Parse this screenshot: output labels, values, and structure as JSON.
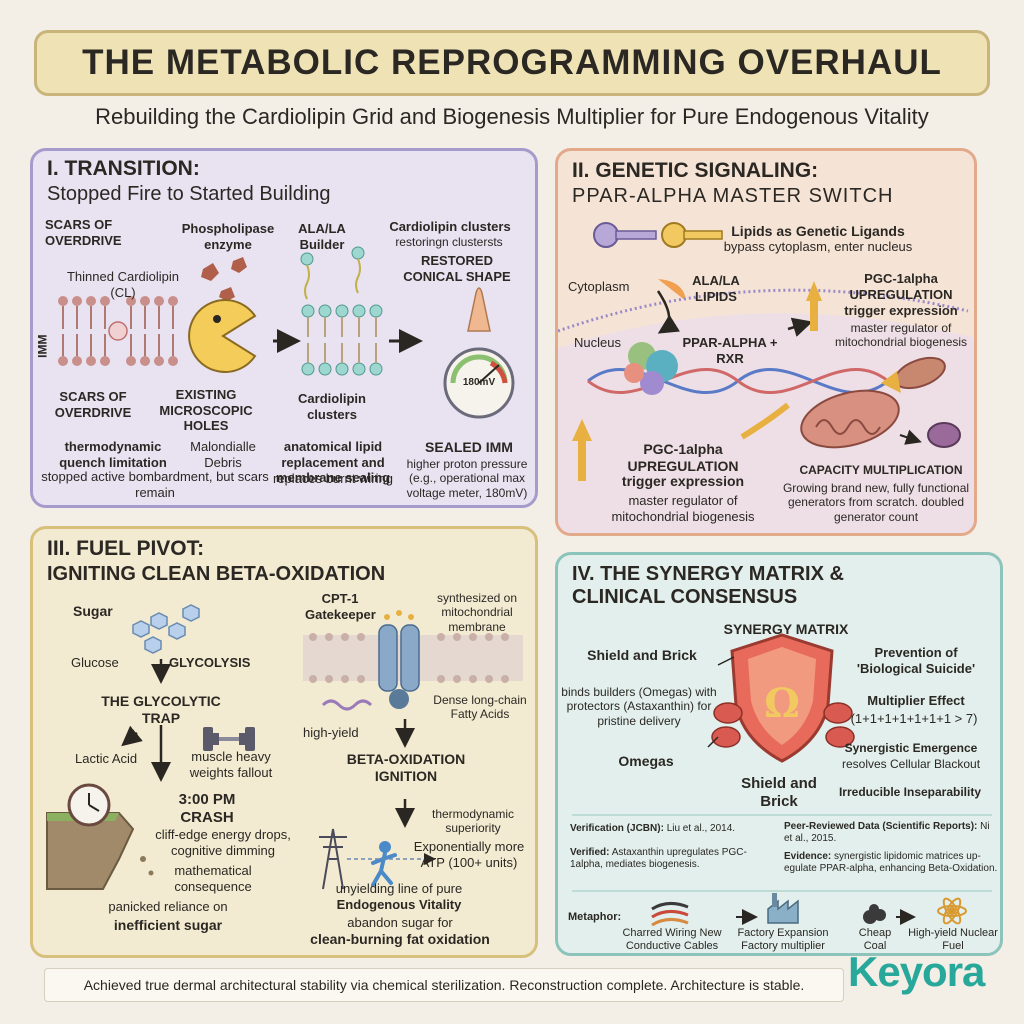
{
  "title": "THE METABOLIC REPROGRAMMING OVERHAUL",
  "subtitle": "Rebuilding the Cardiolipin Grid and Biogenesis Multiplier for Pure Endogenous Vitality",
  "p1": {
    "heading": "I. TRANSITION:",
    "subheading": "Stopped Fire to Started Building",
    "scars_top": "SCARS OF OVERDRIVE",
    "phospholipase": "Phospholipase enzyme",
    "ala_builder": "ALA/LA Builder",
    "cl_clusters": "Cardiolipin clusters",
    "cl_restoring": "restoringn clustersts",
    "restored": "RESTORED CONICAL SHAPE",
    "thinned": "Thinned Cardiolipin (CL)",
    "imm": "IMM",
    "scars_bottom": "SCARS OF OVERDRIVE",
    "holes": "EXISTING MICROSCOPIC HOLES",
    "cl_clusters2": "Cardiolipin clusters",
    "meter": "180mV",
    "quench": "thermodynamic quench limitation",
    "debris": "Malondialle Debris",
    "bombard": "stopped active bombardment, but scars remain",
    "replacement": "anatomical lipid replacement and membrane sealing",
    "rewiring": "replaces burnt wiring",
    "sealed": "SEALED IMM",
    "sealed_desc": "higher proton pressure (e.g., operational max voltage meter, 180mV)"
  },
  "p2": {
    "heading": "II. GENETIC SIGNALING:",
    "subheading": "PPAR-ALPHA MASTER SWITCH",
    "ligands": "Lipids as Genetic Ligands",
    "ligands_desc": "bypass cytoplasm, enter nucleus",
    "cytoplasm": "Cytoplasm",
    "ala_lipids": "ALA/LA LIPIDS",
    "pgc_top": "PGC-1alpha UPREGULATION",
    "trigger_top": "trigger expression",
    "master_top": "master regulator of mitochondrial biogenesis",
    "nucleus": "Nucleus",
    "ppar": "PPAR-ALPHA + RXR",
    "pgc_bottom": "PGC-1alpha UPREGULATION",
    "trigger_bottom": "trigger expression",
    "master_bottom": "master regulator of mitochondrial biogenesis",
    "capacity": "CAPACITY MULTIPLICATION",
    "capacity_desc": "Growing brand new, fully functional generators from scratch. doubled generator count"
  },
  "p3": {
    "heading": "III. FUEL PIVOT:",
    "subheading": "IGNITING CLEAN BETA-OXIDATION",
    "sugar": "Sugar",
    "glucose": "Glucose",
    "glycolysis": "GLYCOLYSIS",
    "trap": "THE GLYCOLYTIC TRAP",
    "lactic": "Lactic Acid",
    "weights": "muscle heavy weights fallout",
    "crash": "3:00 PM CRASH",
    "crash_desc": "cliff-edge energy drops, cognitive dimming",
    "math": "mathematical consequence",
    "panicked": "panicked reliance on",
    "inefficient": "inefficient sugar",
    "cpt": "CPT-1 Gatekeeper",
    "synth": "synthesized on mitochondrial membrane",
    "dense": "Dense long-chain Fatty Acids",
    "highyield": "high-yield",
    "beta": "BETA-OXIDATION IGNITION",
    "thermo": "thermodynamic superiority",
    "atp": "Exponentially more ATP (100+ units)",
    "line": "unyielding line of pure",
    "vitality": "Endogenous Vitality",
    "abandon": "abandon sugar for",
    "clean": "clean-burning fat oxidation"
  },
  "p4": {
    "heading": "IV. THE SYNERGY MATRIX & CLINICAL CONSENSUS",
    "matrix": "SYNERGY MATRIX",
    "shield": "Shield and Brick",
    "binds": "binds builders (Omegas) with protectors (Astaxanthin) for pristine delivery",
    "omegas": "Omegas",
    "shield2": "Shield and Brick",
    "prevention": "Prevention of 'Biological Suicide'",
    "multiplier": "Multiplier Effect",
    "formula": "(1+1+1+1+1+1+1 > 7)",
    "emergence": "Synergistic Emergence",
    "emergence_desc": "resolves Cellular Blackout",
    "irreducible": "Irreducible Inseparability",
    "verif_label": "Verification (JCBN):",
    "verif_ref": "Liu et al., 2014.",
    "verified_label": "Verified:",
    "verified_text": "Astaxanthin upregulates PGC-1alpha, mediates biogenesis.",
    "peer_label": "Peer-Reviewed Data (Scientific Reports):",
    "peer_ref": "Ni et al., 2015.",
    "evidence_label": "Evidence:",
    "evidence_text": "synergistic lipidomic matrices up-egulate PPAR-alpha, enhancing Beta-Oxidation.",
    "metaphor": "Metaphor:",
    "m1": "Charred Wiring New Conductive Cables",
    "m2": "Factory Expansion Factory multiplier",
    "m3": "Cheap Coal",
    "m4": "High-yield Nuclear Fuel"
  },
  "footer": "Achieved true dermal architectural stability via chemical sterilization. Reconstruction complete. Architecture is stable.",
  "logo": "Keyora"
}
